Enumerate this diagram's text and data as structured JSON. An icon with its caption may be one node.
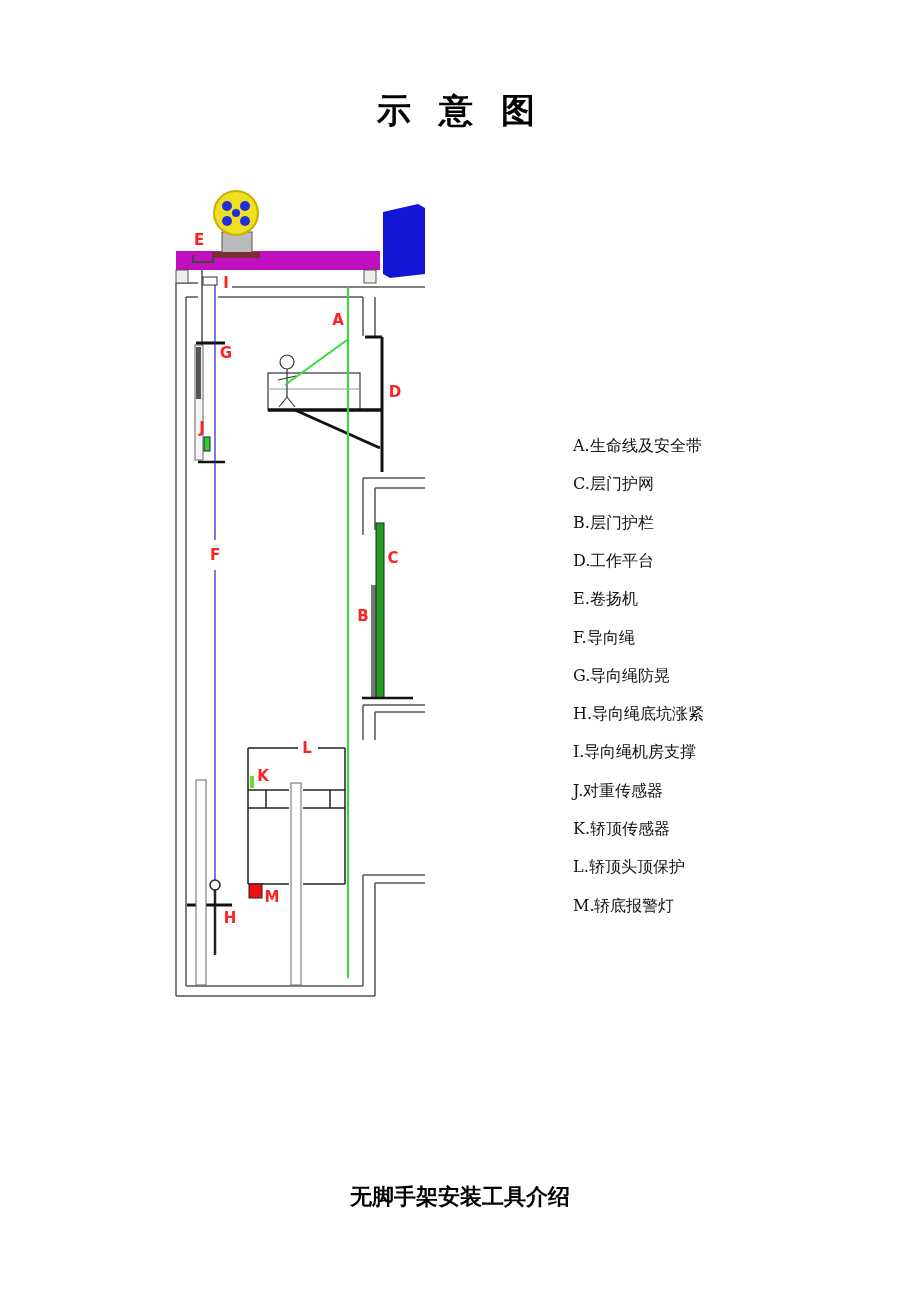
{
  "diagram": {
    "title": "示 意 图",
    "caption": "无脚手架安装工具介绍",
    "labels": [
      "E",
      "I",
      "A",
      "G",
      "D",
      "J",
      "F",
      "C",
      "B",
      "L",
      "K",
      "M",
      "H",
      "A.生命线及安全带",
      "C.层门护网",
      "B.层门护栏",
      "D.工作平台",
      "E.卷扬机",
      "F.导向绳",
      "G.导向绳防晃",
      "H.导向绳底坑涨紧",
      "I.导向绳机房支撑",
      "J.对重传感器",
      "K.轿顶传感器",
      "L.轿顶头顶保护",
      "M.轿底报警灯"
    ]
  }
}
